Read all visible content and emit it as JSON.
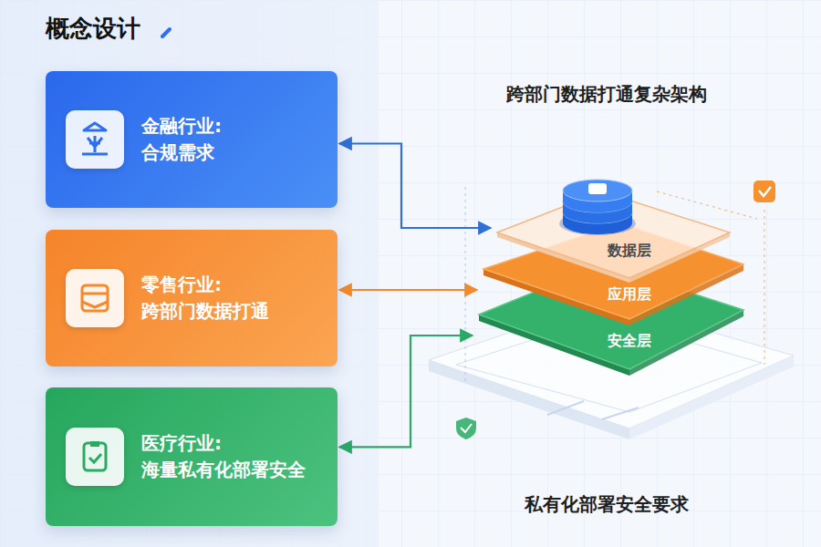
{
  "diagram": {
    "title": "概念设计",
    "nodes": [
      {
        "text": [
          "金融行业:",
          "合规需求"
        ]
      },
      {
        "text": [
          "零售行业:",
          "跨部门数据打通"
        ]
      },
      {
        "text": [
          "医疗行业:",
          "海量私有化部署安全"
        ]
      },
      {
        "text": [
          "数据层"
        ]
      },
      {
        "text": [
          "应用层"
        ]
      },
      {
        "text": [
          "安全层"
        ]
      }
    ],
    "edges": [
      {
        "from": 0,
        "to": 3,
        "arrow": "both"
      },
      {
        "from": 1,
        "to": 4,
        "arrow": "both"
      },
      {
        "from": 2,
        "to": 5,
        "arrow": "both"
      }
    ],
    "labels": [
      "跨部门数据打通复杂架构",
      "私有化部署安全要求"
    ]
  }
}
